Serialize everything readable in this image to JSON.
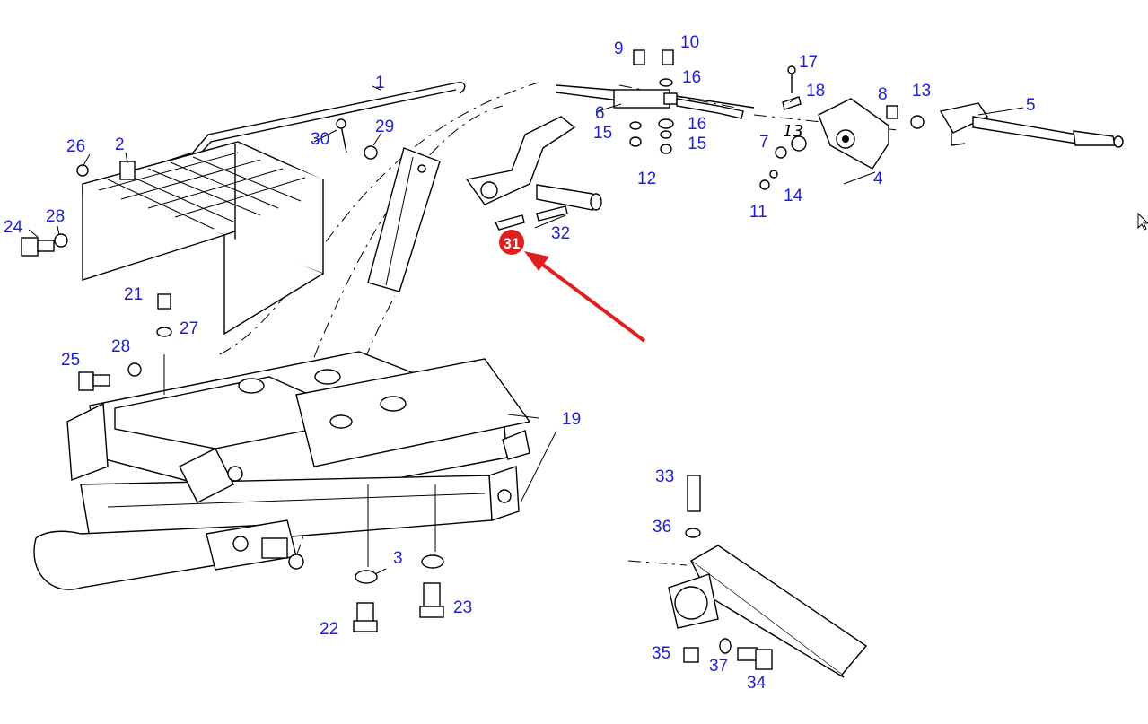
{
  "diagram": {
    "part_numbers": [
      "1",
      "2",
      "3",
      "4",
      "5",
      "6",
      "7",
      "8",
      "9",
      "10",
      "11",
      "12",
      "13",
      "14",
      "15",
      "15",
      "16",
      "16",
      "17",
      "18",
      "19",
      "21",
      "22",
      "23",
      "24",
      "25",
      "26",
      "27",
      "28",
      "28",
      "29",
      "30",
      "31",
      "32",
      "33",
      "34",
      "35",
      "36",
      "37"
    ],
    "part_13_handwritten": "13",
    "highlight": {
      "number": "31",
      "color": "#e02020",
      "arrow_color": "#e02020"
    },
    "label_color": "#1f1fd1"
  },
  "cursor": {
    "icon": "mouse-pointer-icon"
  }
}
